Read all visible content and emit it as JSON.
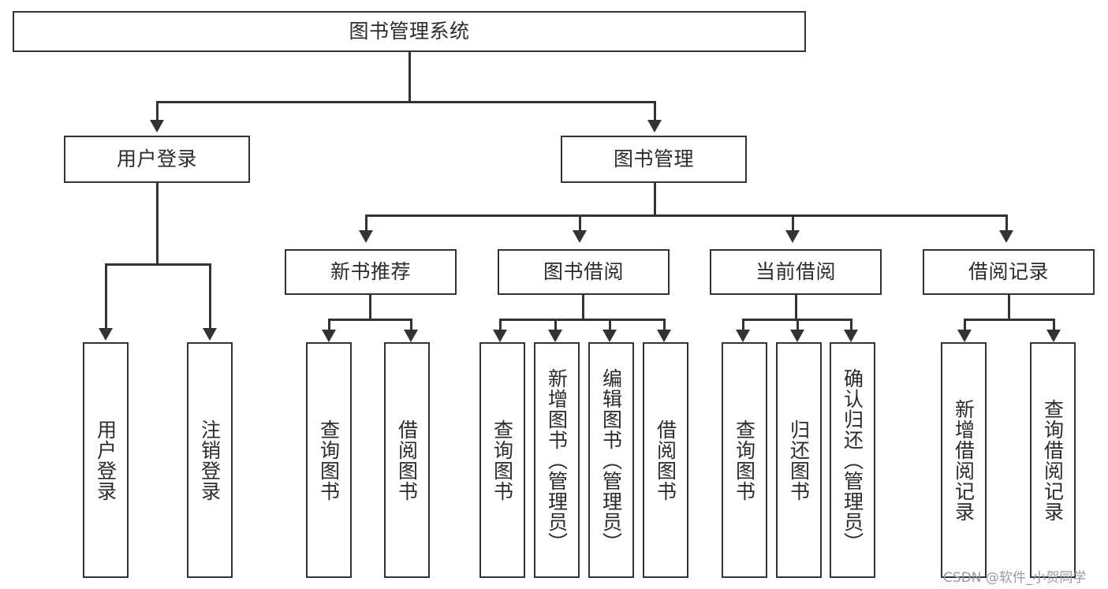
{
  "diagram": {
    "title": "图书管理系统",
    "root": {
      "label": "图书管理系统"
    },
    "level1": [
      {
        "label": "用户登录"
      },
      {
        "label": "图书管理"
      }
    ],
    "level2": [
      {
        "label": "新书推荐"
      },
      {
        "label": "图书借阅"
      },
      {
        "label": "当前借阅"
      },
      {
        "label": "借阅记录"
      }
    ],
    "leaves": {
      "user_login": [
        {
          "label": "用户登录"
        },
        {
          "label": "注销登录"
        }
      ],
      "new_book_recommend": [
        {
          "label": "查询图书"
        },
        {
          "label": "借阅图书"
        }
      ],
      "book_borrow": [
        {
          "label": "查询图书"
        },
        {
          "label": "新增图书（管理员）"
        },
        {
          "label": "编辑图书（管理员）"
        },
        {
          "label": "借阅图书"
        }
      ],
      "current_borrow": [
        {
          "label": "查询图书"
        },
        {
          "label": "归还图书"
        },
        {
          "label": "确认归还（管理员）"
        }
      ],
      "borrow_record": [
        {
          "label": "新增借阅记录"
        },
        {
          "label": "查询借阅记录"
        }
      ]
    }
  },
  "watermark": {
    "text": "CSDN @软件_小贺同学"
  },
  "colors": {
    "stroke": "#333333",
    "fill": "#ffffff",
    "text": "#2b2b2b",
    "watermark": "#9b9b9b"
  }
}
